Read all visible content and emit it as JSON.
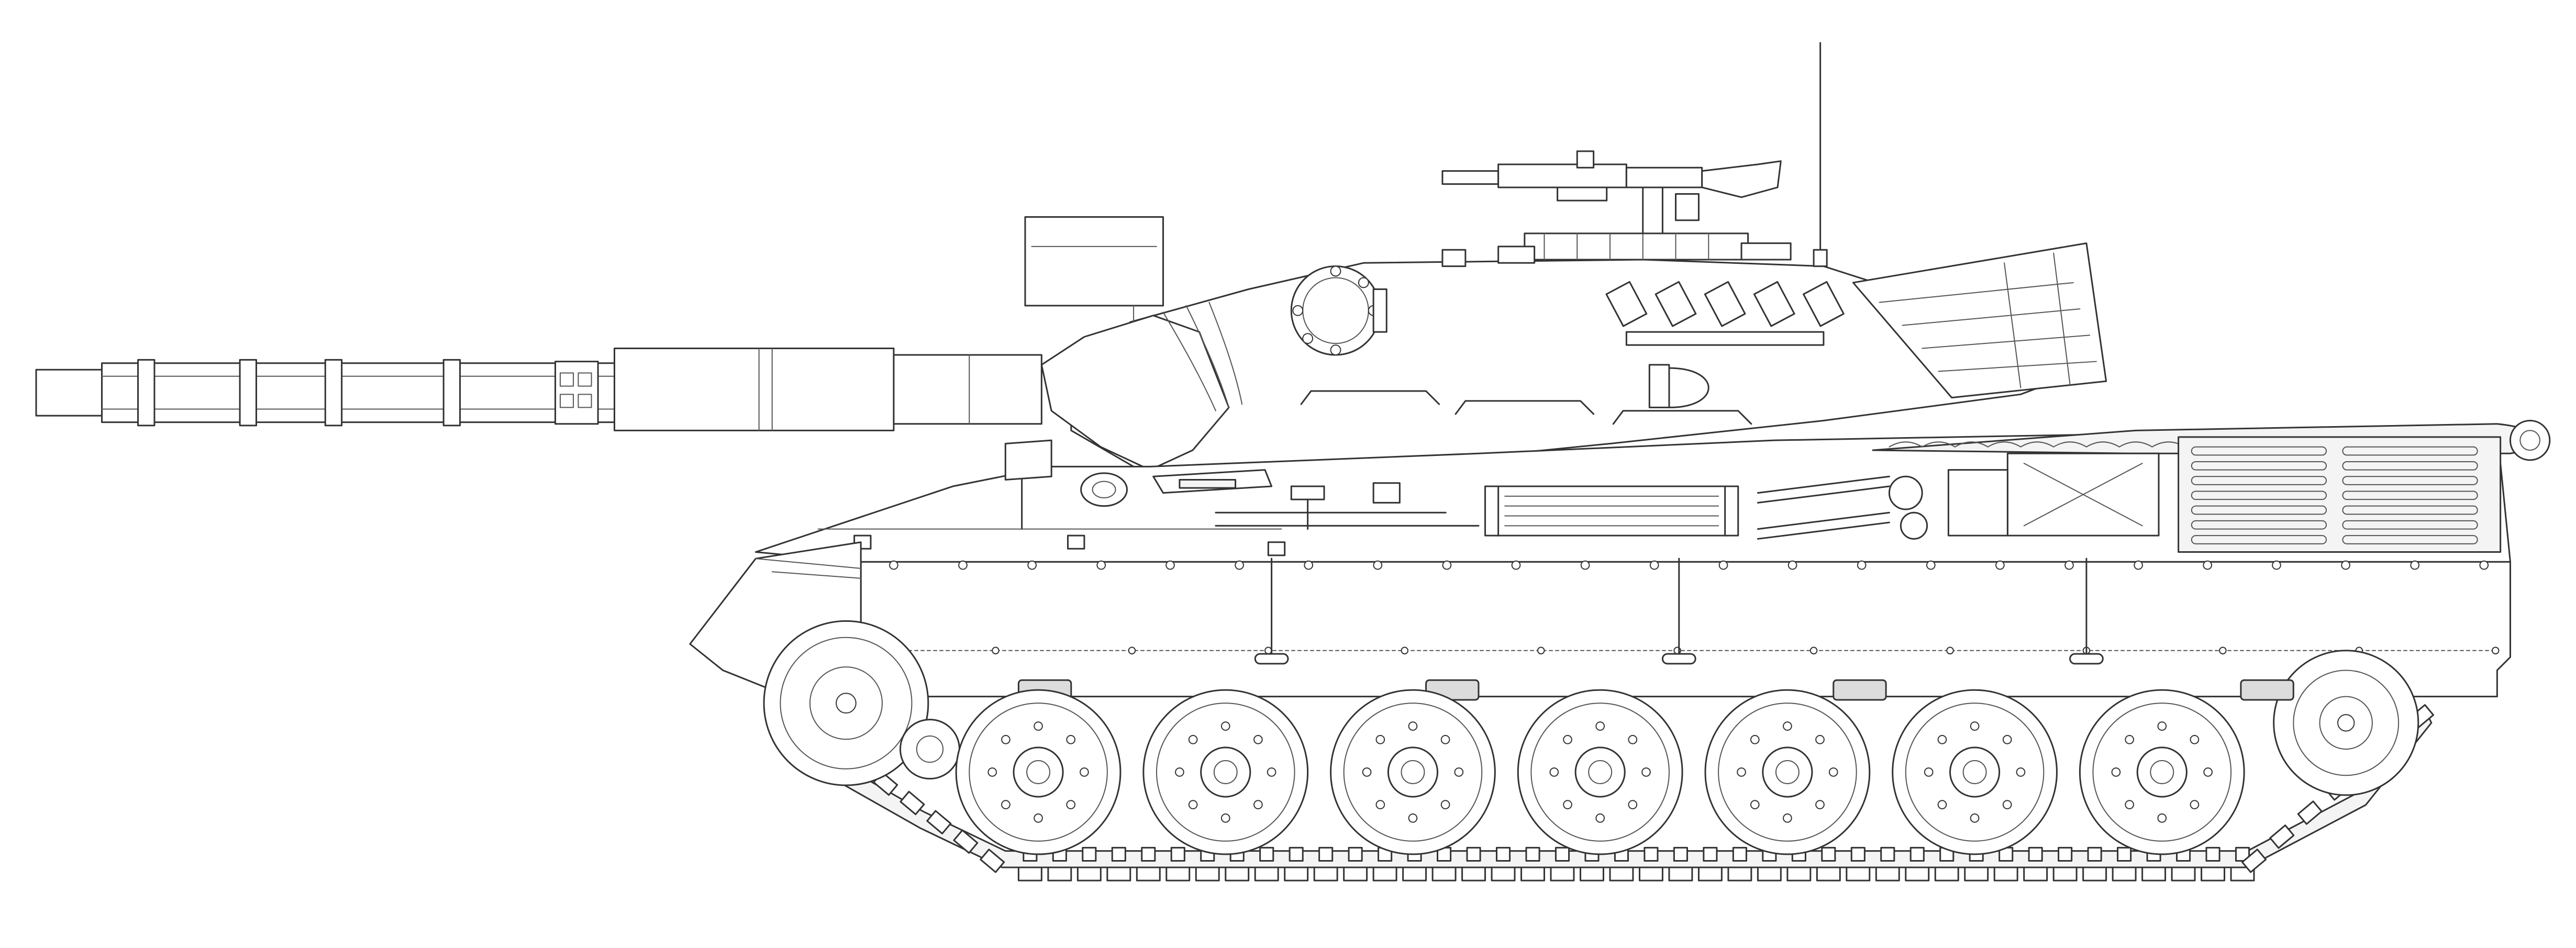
{
  "colors": {
    "background": "#ffffff",
    "line": "#333333",
    "fill": "#ffffff",
    "shade": "#dcdcdc"
  },
  "drawing": {
    "style": "line-art side elevation",
    "road_wheel_count": 7,
    "return_roller_count": 4,
    "support_rod_count": 3,
    "armor_skirt_bolt_count": 24,
    "grille_slat_count": 14
  }
}
